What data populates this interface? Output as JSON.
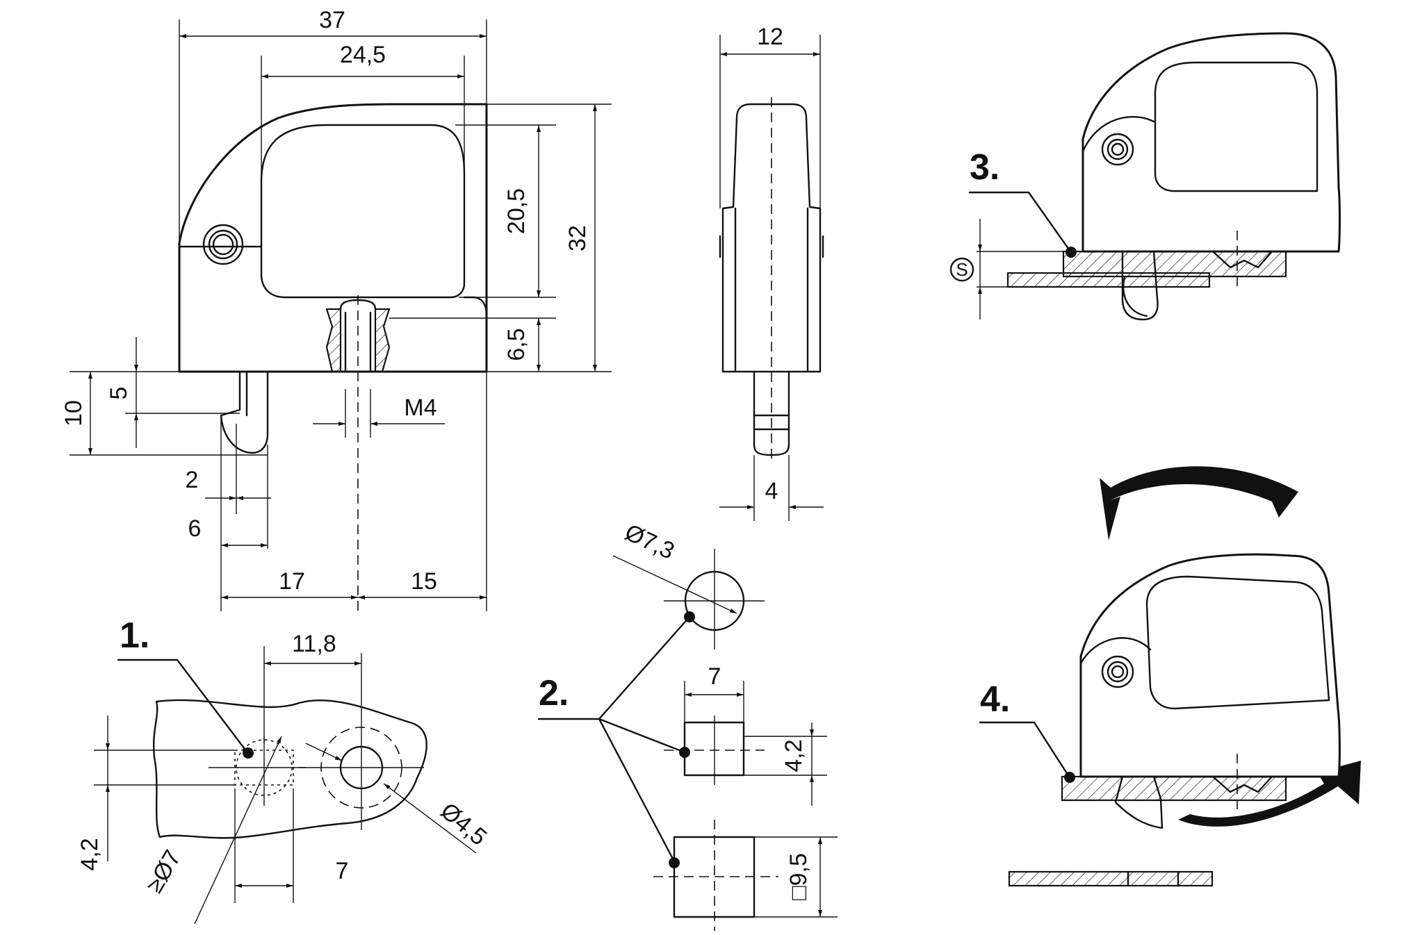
{
  "dimensions": {
    "width_total": "37",
    "width_inner": "24,5",
    "height_inner": "20,5",
    "height_total": "32",
    "height_thread": "6,5",
    "dim_10": "10",
    "dim_5": "5",
    "thread": "M4",
    "dim_2": "2",
    "dim_6": "6",
    "dim_17": "17",
    "dim_15": "15",
    "side_width": "12",
    "side_pin": "4"
  },
  "mounting": {
    "step1": "1.",
    "spacing_11_8": "11,8",
    "hole_4_2": "4,2",
    "hole_min_7": "≥Ø7",
    "hole_7": "7",
    "hole_4_5": "Ø4,5",
    "step2": "2.",
    "hole_7_3": "Ø7,3",
    "slot_7": "7",
    "slot_4_2": "4,2",
    "square_9_5": "□9,5"
  },
  "installation": {
    "step3": "3.",
    "thickness_symbol": "S",
    "step4": "4."
  }
}
